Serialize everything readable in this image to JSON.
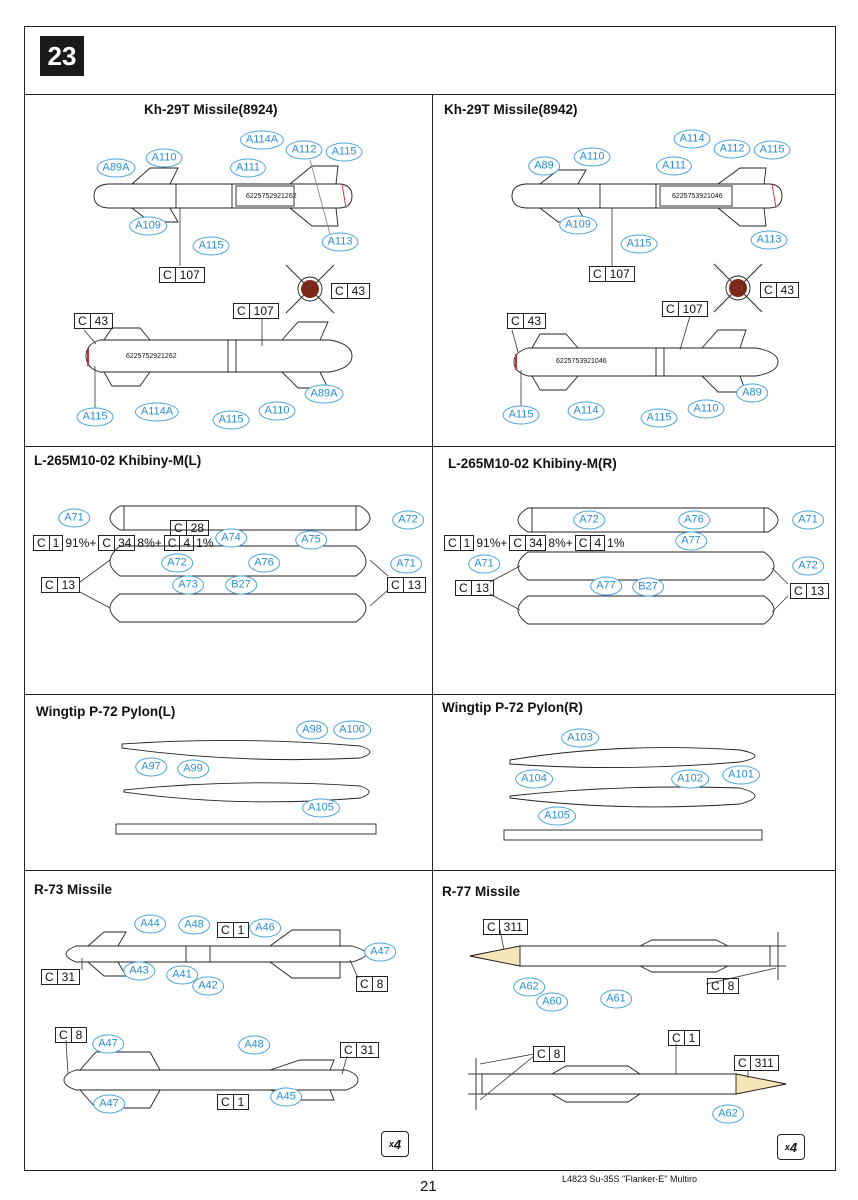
{
  "step_number": "23",
  "page_number": "21",
  "footer_text": "L4823  Su-35S  \"Flanker-E\"  Multiro",
  "multiplier": {
    "x": "x",
    "n": "4"
  },
  "panels": {
    "kh29_l": {
      "title": "Kh-29T Missile(8924)",
      "serial": "6225752921262"
    },
    "kh29_r": {
      "title": "Kh-29T Missile(8942)",
      "serial": "6225753921046"
    },
    "khibiny_l": {
      "title": "L-265M10-02 Khibiny-M(L)"
    },
    "khibiny_r": {
      "title": "L-265M10-02 Khibiny-M(R)"
    },
    "pylon_l": {
      "title": "Wingtip P-72 Pylon(L)"
    },
    "pylon_r": {
      "title": "Wingtip P-72 Pylon(R)"
    },
    "r73": {
      "title": "R-73 Missile"
    },
    "r77": {
      "title": "R-77 Missile"
    }
  },
  "decal_labels": {
    "kl1": "A89A",
    "kl2": "A110",
    "kl3": "A111",
    "kl4": "A114A",
    "kl5": "A112",
    "kl6": "A115",
    "kl7": "A109",
    "kl8": "A115",
    "kl9": "A113",
    "kl10": "A115",
    "kl11": "A114A",
    "kl12": "A115",
    "kl13": "A110",
    "kl14": "A89A",
    "kr1": "A89",
    "kr2": "A110",
    "kr3": "A111",
    "kr4": "A114",
    "kr5": "A112",
    "kr6": "A115",
    "kr7": "A109",
    "kr8": "A115",
    "kr9": "A113",
    "kr10": "A115",
    "kr11": "A114",
    "kr12": "A115",
    "kr13": "A110",
    "kr14": "A89",
    "hl1": "A71",
    "hl2": "A72",
    "hl3": "A74",
    "hl4": "A75",
    "hl5": "A72",
    "hl6": "A76",
    "hl7": "A71",
    "hl8": "A73",
    "hl9": "B27",
    "hr1": "A72",
    "hr2": "A76",
    "hr3": "A71",
    "hr4": "A77",
    "hr5": "A71",
    "hr6": "A72",
    "hr7": "A77",
    "hr8": "B27",
    "pl1": "A98",
    "pl2": "A100",
    "pl3": "A97",
    "pl4": "A99",
    "pl5": "A105",
    "pr1": "A103",
    "pr2": "A104",
    "pr3": "A102",
    "pr4": "A101",
    "pr5": "A105",
    "ra1": "A44",
    "ra2": "A48",
    "ra3": "A46",
    "ra4": "A47",
    "ra5": "A43",
    "ra6": "A41",
    "ra7": "A42",
    "ra8": "A47",
    "ra9": "A48",
    "ra10": "A47",
    "ra11": "A45",
    "rb1": "A62",
    "rb2": "A60",
    "rb3": "A61",
    "rb4": "A62"
  },
  "paint_codes": {
    "c1": {
      "letter": "C",
      "number": "107"
    },
    "c2": {
      "letter": "C",
      "number": "43"
    },
    "c3": {
      "letter": "C",
      "number": "43"
    },
    "c4": {
      "letter": "C",
      "number": "107"
    },
    "c5": {
      "letter": "C",
      "number": "107"
    },
    "c6": {
      "letter": "C",
      "number": "43"
    },
    "c7": {
      "letter": "C",
      "number": "43"
    },
    "c8": {
      "letter": "C",
      "number": "107"
    },
    "c9": {
      "letter": "C",
      "number": "28"
    },
    "c10": {
      "letter": "C",
      "number": "13"
    },
    "c11": {
      "letter": "C",
      "number": "13"
    },
    "c12": {
      "letter": "C",
      "number": "13"
    },
    "c13": {
      "letter": "C",
      "number": "13"
    },
    "c14": {
      "letter": "C",
      "number": "1"
    },
    "c15": {
      "letter": "C",
      "number": "31"
    },
    "c16": {
      "letter": "C",
      "number": "8"
    },
    "c17": {
      "letter": "C",
      "number": "8"
    },
    "c18": {
      "letter": "C",
      "number": "31"
    },
    "c19": {
      "letter": "C",
      "number": "1"
    },
    "c20": {
      "letter": "C",
      "number": "311"
    },
    "c21": {
      "letter": "C",
      "number": "8"
    },
    "c22": {
      "letter": "C",
      "number": "1"
    },
    "c23": {
      "letter": "C",
      "number": "8"
    },
    "c24": {
      "letter": "C",
      "number": "311"
    }
  },
  "mix_l": {
    "a_l": "C",
    "a_n": "1",
    "a_p": "91%+",
    "b_l": "C",
    "b_n": "34",
    "b_p": "8%+",
    "c_l": "C",
    "c_n": "4",
    "c_p": "1%"
  },
  "mix_r": {
    "a_l": "C",
    "a_n": "1",
    "a_p": "91%+",
    "b_l": "C",
    "b_n": "34",
    "b_p": "8%+",
    "c_l": "C",
    "c_n": "4",
    "c_p": "1%"
  }
}
